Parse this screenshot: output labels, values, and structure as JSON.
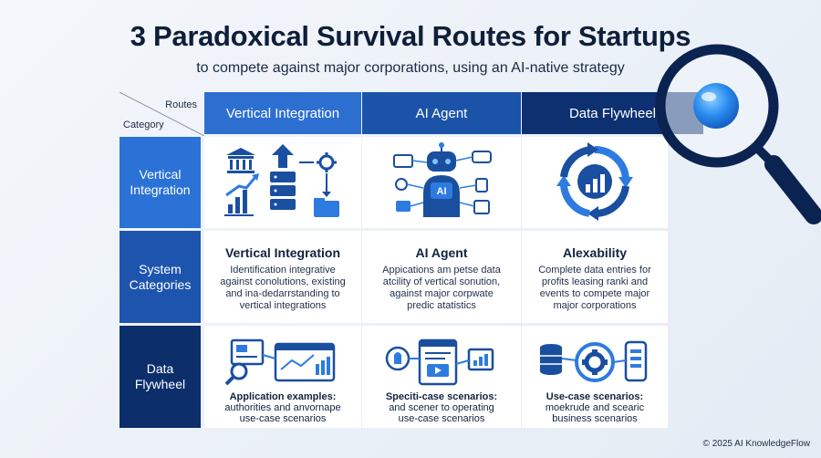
{
  "title": "3 Paradoxical Survival Routes for Startups",
  "subtitle": "to compete against major corporations, using an AI-native strategy",
  "corner": {
    "routes": "Routes",
    "category": "Category"
  },
  "columns": [
    "Vertical Integration",
    "AI Agent",
    "Data Flywheel"
  ],
  "rows": [
    "Vertical Integration",
    "System Categories",
    "Data Flywheel"
  ],
  "row_labels": [
    [
      "Vertical",
      "Integration"
    ],
    [
      "System",
      "Categories"
    ],
    [
      "Data",
      "Flywheel"
    ]
  ],
  "system_row": [
    {
      "heading": "Vertical Integration",
      "lines": [
        "Identification integrative",
        "against conolutions, existing",
        "and ina-dedarrstanding to",
        "vertical integrations"
      ]
    },
    {
      "heading": "AI Agent",
      "lines": [
        "Appications am petse data",
        "atcility of vertical sonution,",
        "against major corpwate",
        "predic atatistics"
      ]
    },
    {
      "heading": "Alexability",
      "lines": [
        "Complete data entries for",
        "profits leasing ranki and",
        "events to compete major",
        "major corporations"
      ]
    }
  ],
  "flywheel_row": [
    {
      "bold": "Application examples:",
      "lines": [
        "authorities and anvornape",
        "use-case scenarios"
      ]
    },
    {
      "bold": "Speciti-case scenarios:",
      "lines": [
        "and scener to operating",
        "use-case scenarios"
      ]
    },
    {
      "bold": "Use-case scenarios:",
      "lines": [
        "moekrude and scearic",
        "business scenarios"
      ]
    }
  ],
  "icon_labels": {
    "ai_chip": "AI"
  },
  "icons": {
    "row1": [
      "bank-growth-server-icons",
      "robot-agent-icon",
      "cycle-chart-icon"
    ],
    "row3": [
      "dashboard-search-icon",
      "idea-workflow-icon",
      "database-gear-mobile-icon"
    ]
  },
  "footer": "© 2025 AI KnowledgeFlow",
  "colors": {
    "accent": "#2d6fd0",
    "mid_blue": "#1b53a8",
    "navy": "#0d3070",
    "lens_ball": "#2b8ef0"
  }
}
